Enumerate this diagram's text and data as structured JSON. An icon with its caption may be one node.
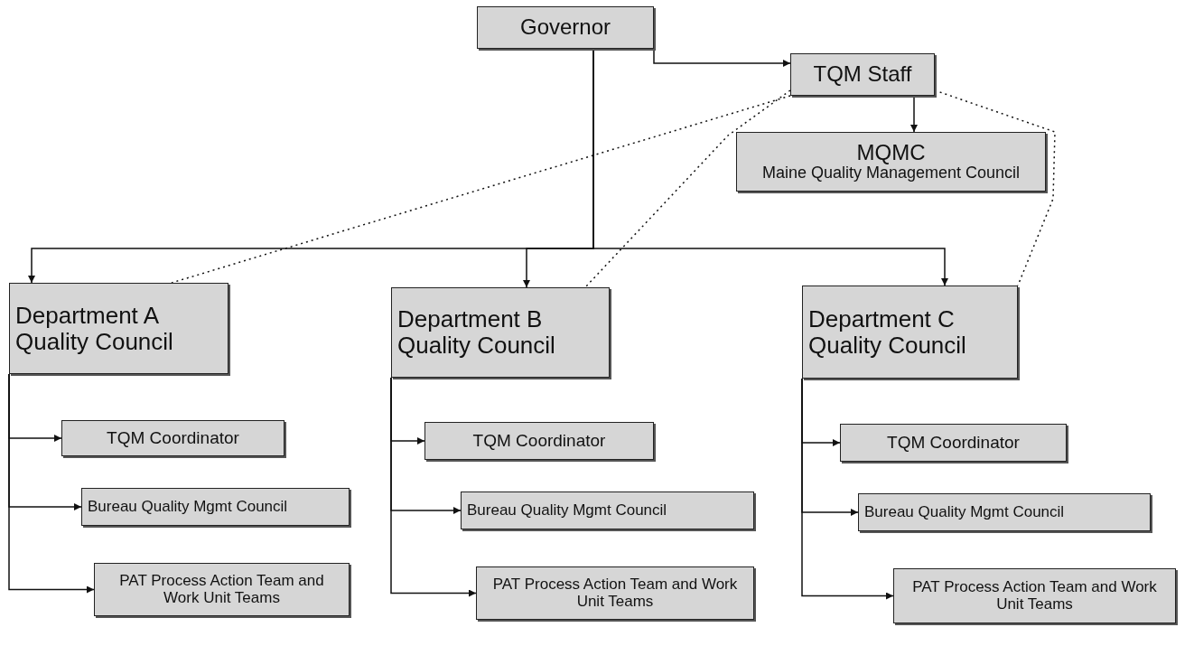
{
  "diagram": {
    "nodes": [
      {
        "text": [
          "Governor"
        ]
      },
      {
        "text": [
          "TQM Staff"
        ]
      },
      {
        "text": [
          "MQMC",
          "Maine Quality Management Council"
        ]
      },
      {
        "text": [
          "Department A Quality Council"
        ]
      },
      {
        "text": [
          "Department B Quality Council"
        ]
      },
      {
        "text": [
          "Department C Quality Council"
        ]
      },
      {
        "text": [
          "TQM Coordinator"
        ]
      },
      {
        "text": [
          "Bureau Quality Mgmt Council"
        ]
      },
      {
        "text": [
          "PAT Process Action Team and Work Unit Teams"
        ]
      },
      {
        "text": [
          "TQM Coordinator"
        ]
      },
      {
        "text": [
          "Bureau Quality Mgmt Council"
        ]
      },
      {
        "text": [
          "PAT Process Action Team and Work Unit Teams"
        ]
      },
      {
        "text": [
          "TQM Coordinator"
        ]
      },
      {
        "text": [
          "Bureau Quality Mgmt Council"
        ]
      },
      {
        "text": [
          "PAT Process Action Team and Work Unit Teams"
        ]
      }
    ],
    "edges": [
      {
        "from": 0,
        "to": 1,
        "arrow": "to"
      },
      {
        "from": 1,
        "to": 2,
        "arrow": "to"
      },
      {
        "from": 0,
        "to": 3,
        "arrow": "to"
      },
      {
        "from": 0,
        "to": 4,
        "arrow": "to"
      },
      {
        "from": 0,
        "to": 5,
        "arrow": "to"
      },
      {
        "from": 1,
        "to": 3,
        "arrow": "none",
        "style": "dashed"
      },
      {
        "from": 1,
        "to": 4,
        "arrow": "none",
        "style": "dashed"
      },
      {
        "from": 1,
        "to": 5,
        "arrow": "none",
        "style": "dashed"
      },
      {
        "from": 3,
        "to": 6,
        "arrow": "to"
      },
      {
        "from": 3,
        "to": 7,
        "arrow": "to"
      },
      {
        "from": 3,
        "to": 8,
        "arrow": "to"
      },
      {
        "from": 4,
        "to": 9,
        "arrow": "to"
      },
      {
        "from": 4,
        "to": 10,
        "arrow": "to"
      },
      {
        "from": 4,
        "to": 11,
        "arrow": "to"
      },
      {
        "from": 5,
        "to": 12,
        "arrow": "to"
      },
      {
        "from": 5,
        "to": 13,
        "arrow": "to"
      },
      {
        "from": 5,
        "to": 14,
        "arrow": "to"
      }
    ]
  }
}
